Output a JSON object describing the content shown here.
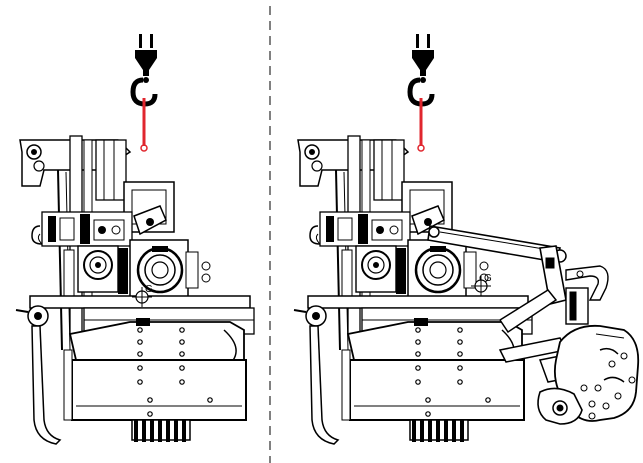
{
  "figure": {
    "panels": [
      {
        "id": "left",
        "cog_label": "G",
        "configuration": "arm-folded"
      },
      {
        "id": "right",
        "cog_label": "G",
        "configuration": "arm-extended"
      }
    ],
    "colors": {
      "sling": "#e0262e",
      "line": "#000000",
      "fill_dark": "#000000",
      "background": "#ffffff"
    },
    "icons": [
      "crane-hook-icon",
      "center-of-gravity-icon"
    ],
    "divider": "dashed-vertical"
  }
}
